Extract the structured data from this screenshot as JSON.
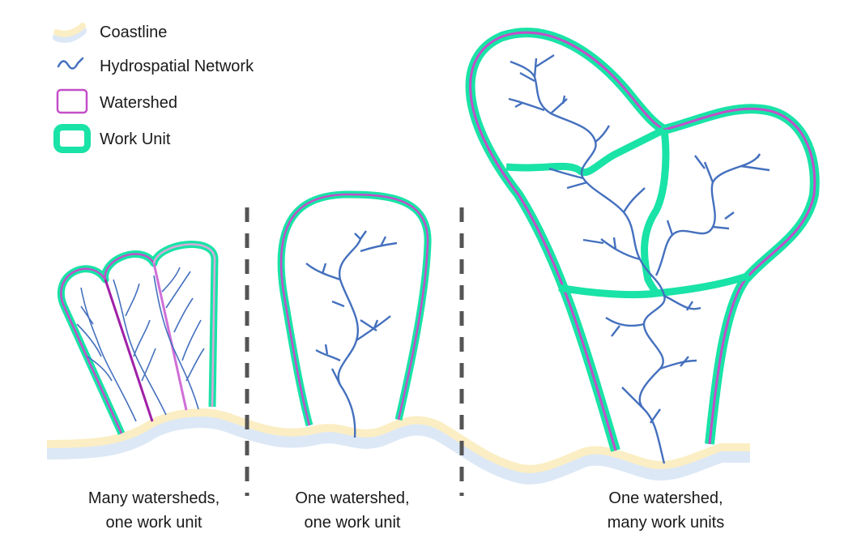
{
  "legend": {
    "coastline": "Coastline",
    "hydro": "Hydrospatial Network",
    "watershed": "Watershed",
    "work_unit": "Work Unit"
  },
  "captions": {
    "left": [
      "Many watersheds,",
      "one work unit"
    ],
    "middle": [
      "One watershed,",
      "one work unit"
    ],
    "right": [
      "One watershed,",
      "many work units"
    ]
  },
  "colors": {
    "work_unit": "#19e3a6",
    "watershed": "#c44ec9",
    "watershed_alt": "#a020a8",
    "hydro": "#4470be",
    "coast_sand": "#fbeec4",
    "coast_water": "#dce8f6",
    "divider": "#555555"
  }
}
